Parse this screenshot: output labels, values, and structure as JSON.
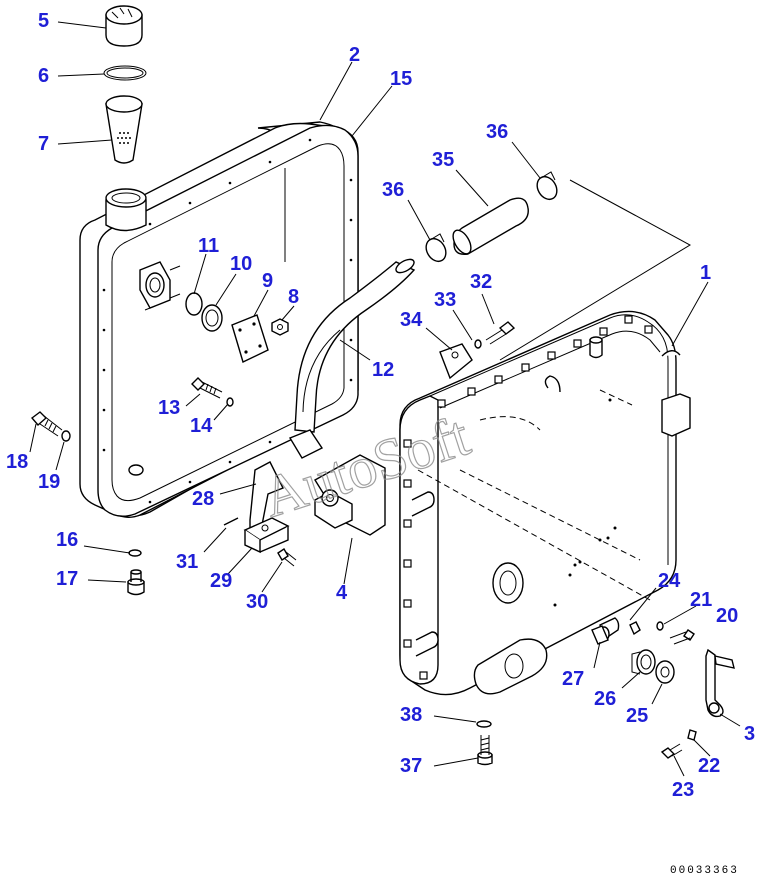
{
  "diagram": {
    "labels": [
      {
        "id": "5",
        "text": "5"
      },
      {
        "id": "6",
        "text": "6"
      },
      {
        "id": "7",
        "text": "7"
      },
      {
        "id": "2",
        "text": "2"
      },
      {
        "id": "15",
        "text": "15"
      },
      {
        "id": "36a",
        "text": "36"
      },
      {
        "id": "35",
        "text": "35"
      },
      {
        "id": "36b",
        "text": "36"
      },
      {
        "id": "11",
        "text": "11"
      },
      {
        "id": "10",
        "text": "10"
      },
      {
        "id": "9",
        "text": "9"
      },
      {
        "id": "8",
        "text": "8"
      },
      {
        "id": "32",
        "text": "32"
      },
      {
        "id": "33",
        "text": "33"
      },
      {
        "id": "34",
        "text": "34"
      },
      {
        "id": "1",
        "text": "1"
      },
      {
        "id": "12",
        "text": "12"
      },
      {
        "id": "13",
        "text": "13"
      },
      {
        "id": "14",
        "text": "14"
      },
      {
        "id": "18",
        "text": "18"
      },
      {
        "id": "19",
        "text": "19"
      },
      {
        "id": "28",
        "text": "28"
      },
      {
        "id": "31",
        "text": "31"
      },
      {
        "id": "29",
        "text": "29"
      },
      {
        "id": "30",
        "text": "30"
      },
      {
        "id": "4",
        "text": "4"
      },
      {
        "id": "16",
        "text": "16"
      },
      {
        "id": "17",
        "text": "17"
      },
      {
        "id": "24",
        "text": "24"
      },
      {
        "id": "21",
        "text": "21"
      },
      {
        "id": "20",
        "text": "20"
      },
      {
        "id": "27",
        "text": "27"
      },
      {
        "id": "26",
        "text": "26"
      },
      {
        "id": "25",
        "text": "25"
      },
      {
        "id": "3",
        "text": "3"
      },
      {
        "id": "38",
        "text": "38"
      },
      {
        "id": "37",
        "text": "37"
      },
      {
        "id": "22",
        "text": "22"
      },
      {
        "id": "23",
        "text": "23"
      }
    ],
    "watermark": "AutoSoft",
    "document_code": "00033363",
    "label_color": "#1f1fd6"
  }
}
